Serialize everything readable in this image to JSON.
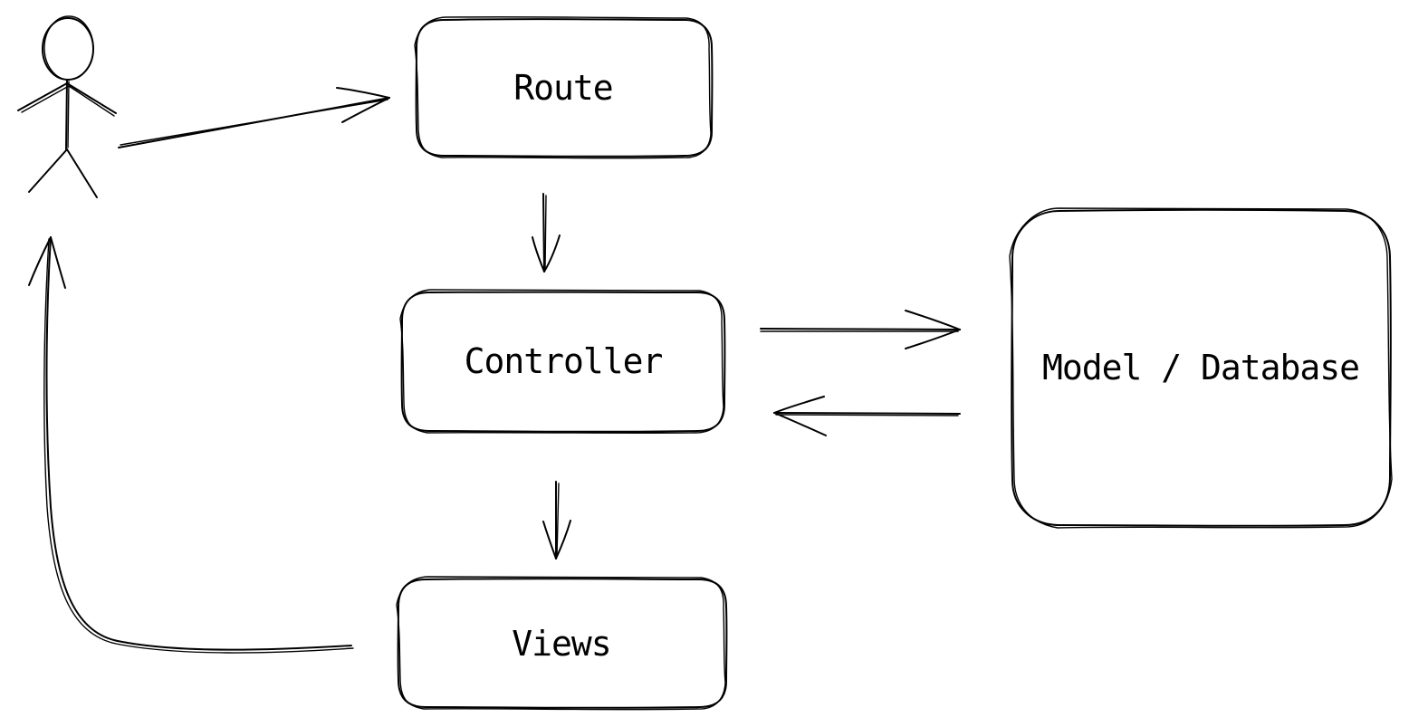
{
  "diagram": {
    "nodes": {
      "route": {
        "label": "Route"
      },
      "controller": {
        "label": "Controller"
      },
      "model": {
        "label": "Model / Database"
      },
      "views": {
        "label": "Views"
      }
    },
    "actor": {
      "icon": "stick-figure-user-icon"
    },
    "edges": [
      {
        "from": "user",
        "to": "route"
      },
      {
        "from": "route",
        "to": "controller"
      },
      {
        "from": "controller",
        "to": "model"
      },
      {
        "from": "model",
        "to": "controller"
      },
      {
        "from": "controller",
        "to": "views"
      },
      {
        "from": "views",
        "to": "user"
      }
    ],
    "stroke_color": "#000000",
    "background_color": "#ffffff"
  }
}
